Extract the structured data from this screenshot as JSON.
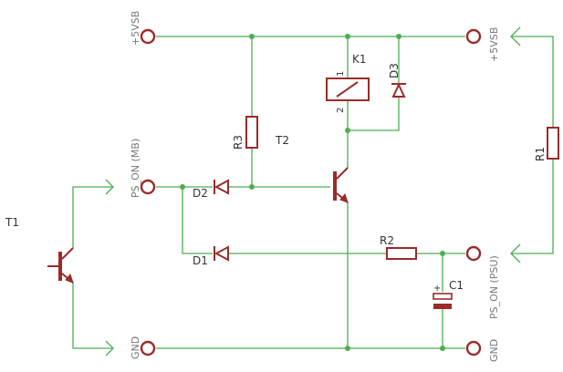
{
  "net_labels": {
    "vsb_left": "+5VSB",
    "vsb_right": "+5VSB",
    "ps_on_mb": "PS_ON (MB)",
    "ps_on_psu": "PS_ON (PSU)",
    "gnd_left": "GND",
    "gnd_right": "GND"
  },
  "components": {
    "k1": "K1",
    "k1_pin1": "1",
    "k1_pin2": "2",
    "d3": "D3",
    "r3": "R3",
    "t2": "T2",
    "d2": "D2",
    "d1": "D1",
    "r2": "R2",
    "c1": "C1",
    "c1_plus": "+",
    "r1": "R1",
    "t1": "T1"
  },
  "colors": {
    "wire": "#4caf50",
    "component": "#9b2b2b",
    "label": "#333333",
    "net_label": "#777777"
  }
}
